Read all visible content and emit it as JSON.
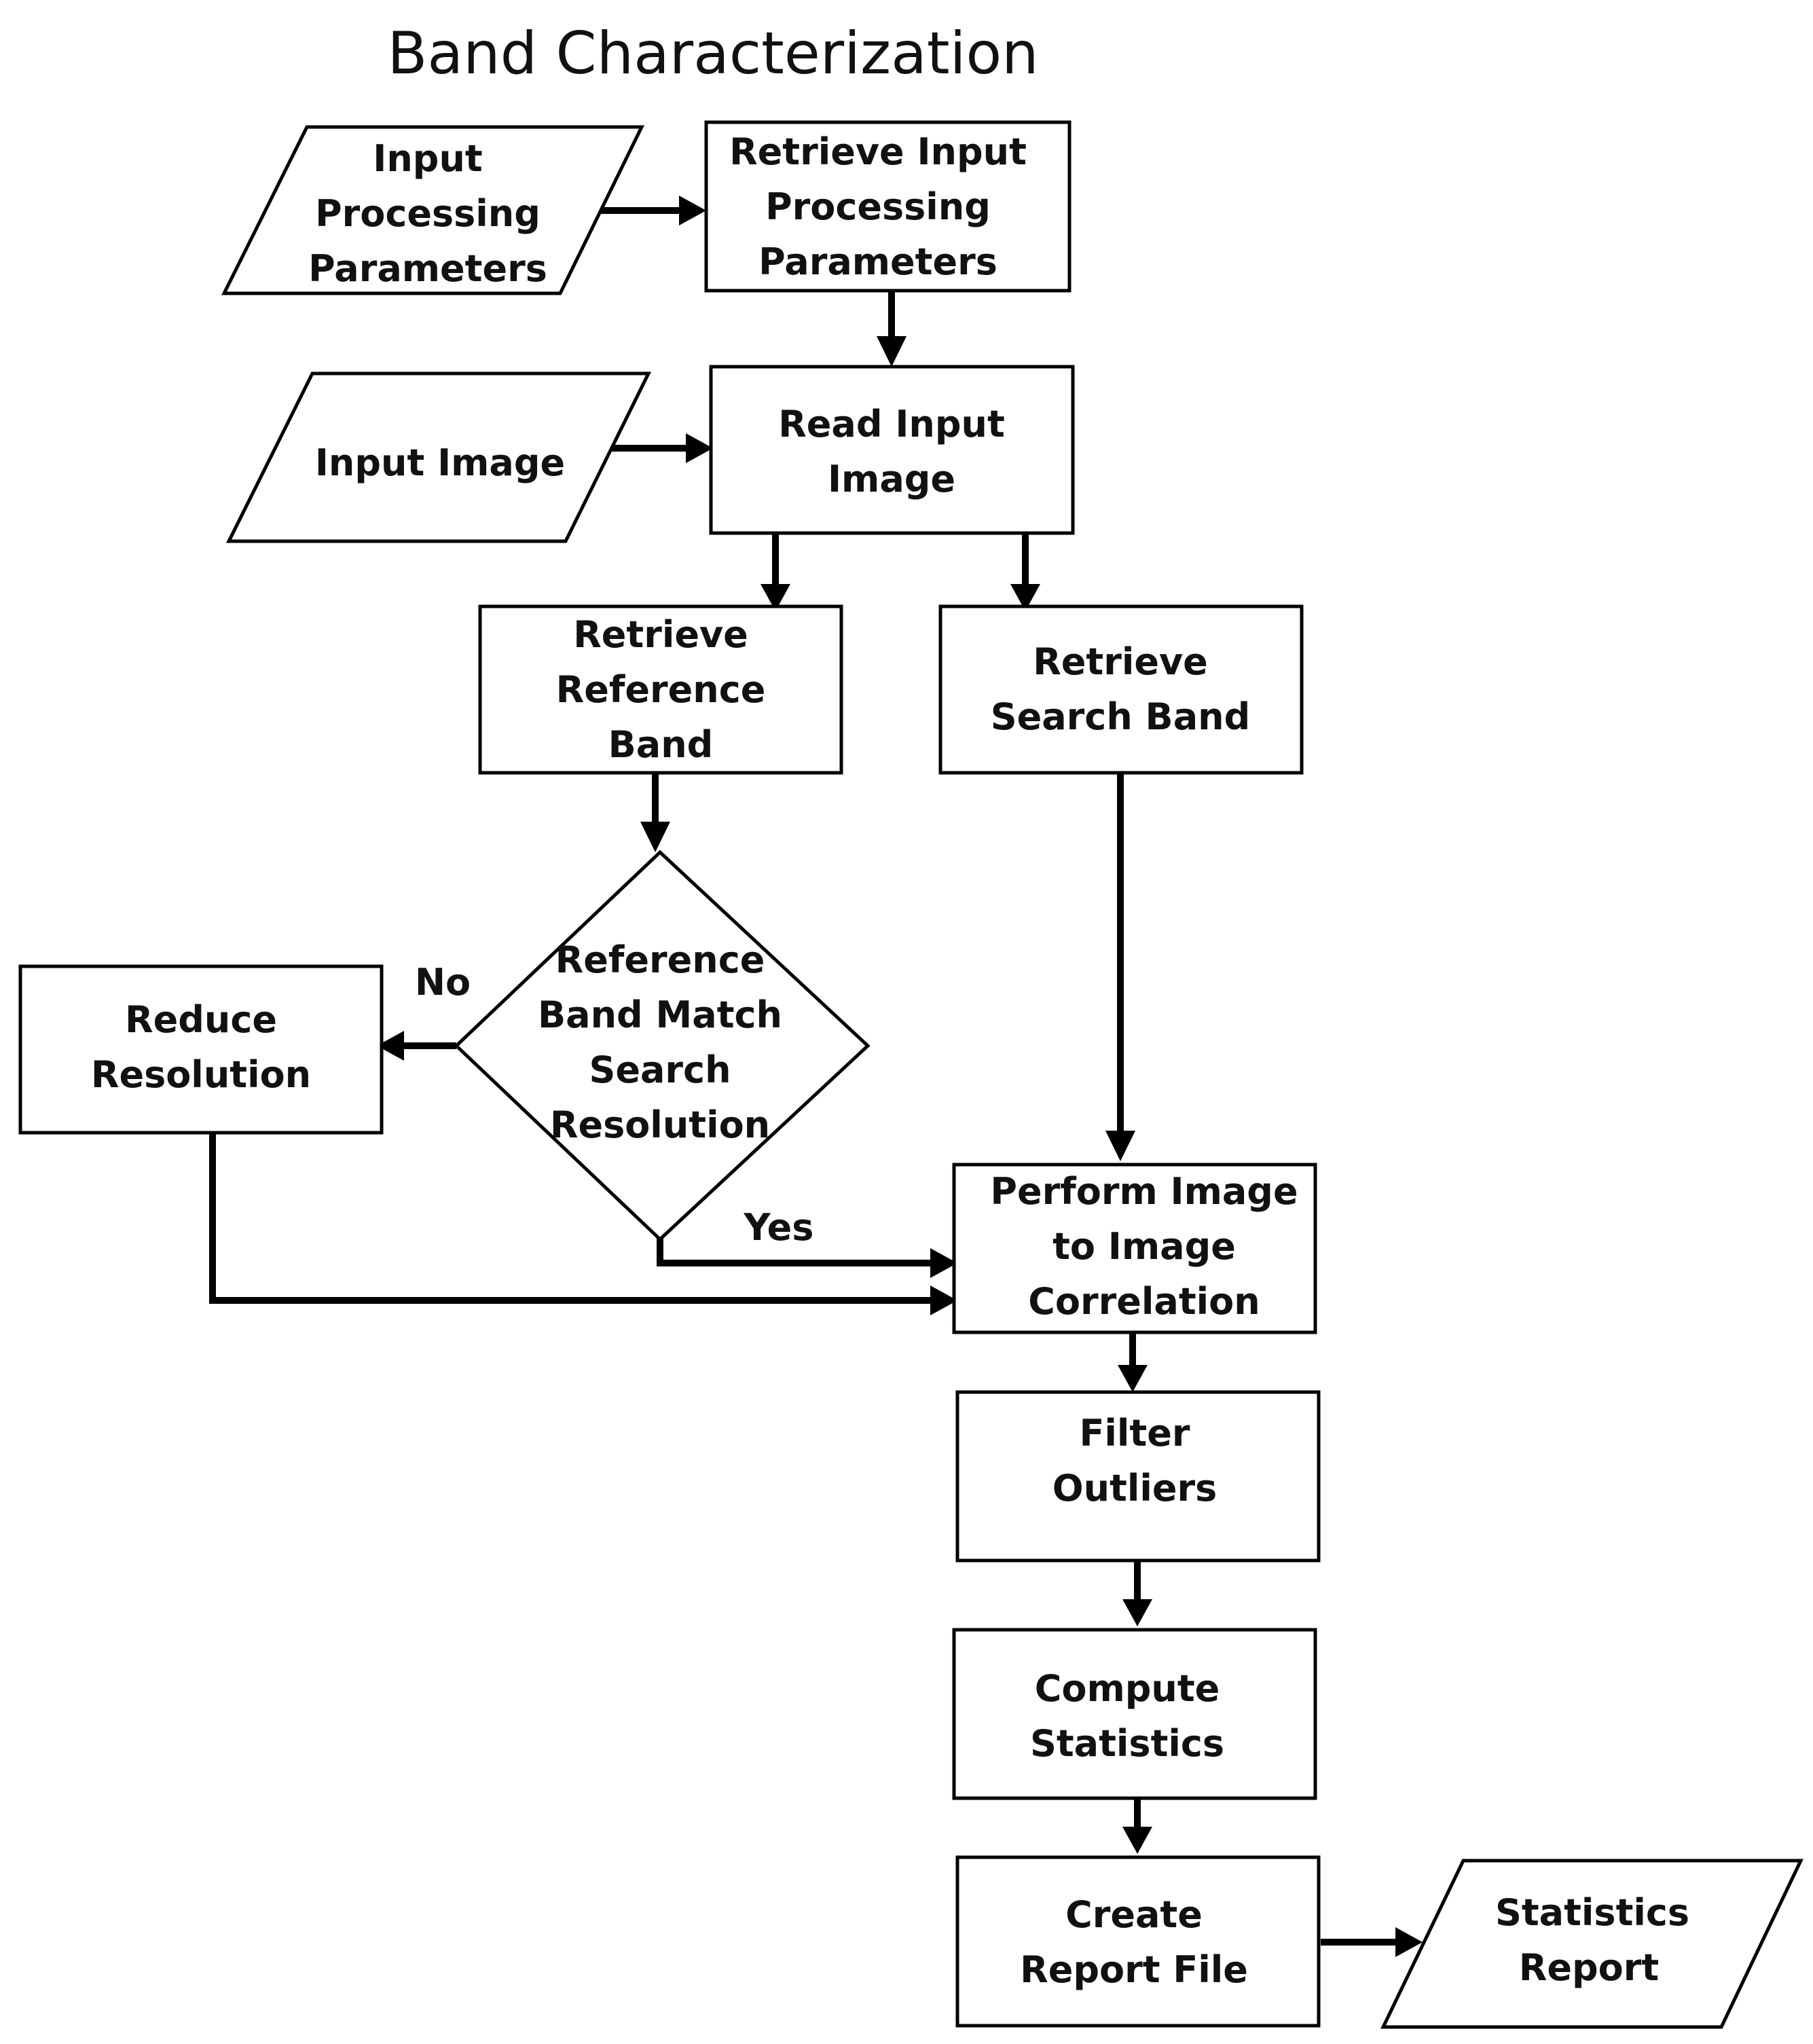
{
  "title": "Band Characterization",
  "nodes": {
    "input_params": [
      "Input",
      "Processing",
      "Parameters"
    ],
    "retrieve_params": [
      "Retrieve Input",
      "Processing",
      "Parameters"
    ],
    "input_image": [
      "Input Image"
    ],
    "read_image": [
      "Read Input",
      "Image"
    ],
    "retrieve_reference": [
      "Retrieve",
      "Reference",
      "Band"
    ],
    "retrieve_search": [
      "Retrieve",
      "Search Band"
    ],
    "decision": [
      "Reference",
      "Band Match",
      "Search",
      "Resolution"
    ],
    "reduce_resolution": [
      "Reduce",
      "Resolution"
    ],
    "correlation": [
      "Perform Image",
      "to Image",
      "Correlation"
    ],
    "filter_outliers": [
      "Filter",
      "Outliers"
    ],
    "compute_statistics": [
      "Compute",
      "Statistics"
    ],
    "create_report": [
      "Create",
      "Report File"
    ],
    "statistics_report": [
      "Statistics",
      "Report"
    ]
  },
  "edge_labels": {
    "no": "No",
    "yes": "Yes"
  }
}
